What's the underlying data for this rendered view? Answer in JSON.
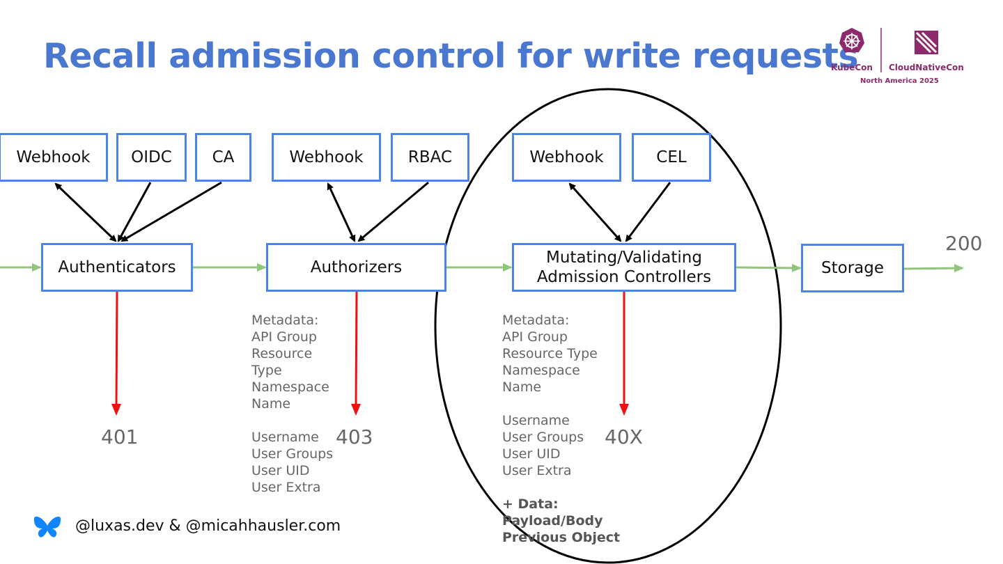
{
  "title": "Recall admission control for write requests",
  "groups": {
    "authn": {
      "providers": [
        "Webhook",
        "OIDC",
        "CA"
      ],
      "stage": "Authenticators",
      "code": "401"
    },
    "authz": {
      "providers": [
        "Webhook",
        "RBAC"
      ],
      "stage": "Authorizers",
      "code": "403",
      "info": [
        "Metadata:",
        "API Group",
        "Resource",
        "Type",
        "Namespace",
        "Name",
        "",
        "Username",
        "User Groups",
        "User UID",
        "User Extra"
      ]
    },
    "admission": {
      "providers": [
        "Webhook",
        "CEL"
      ],
      "stage_line1": "Mutating/Validating",
      "stage_line2": "Admission Controllers",
      "code": "40X",
      "info": [
        "Metadata:",
        "API Group",
        "Resource Type",
        "Namespace",
        "Name",
        "",
        "Username",
        "User Groups",
        "User UID",
        "User Extra",
        ""
      ],
      "data_info": [
        "+ Data:",
        "Payload/Body",
        "Previous Object"
      ]
    },
    "storage": {
      "stage": "Storage",
      "code": "200"
    }
  },
  "branding": {
    "kubecon": "KubeCon",
    "cloudnativecon": "CloudNativeCon",
    "event": "North America 2025",
    "accent": "#8c2a6b"
  },
  "footer": {
    "handle": "@luxas.dev & @micahhausler.com",
    "icon": "butterfly-icon"
  },
  "colors": {
    "title": "#4a77d0",
    "box_border": "#4a86e8",
    "flow": "#93c47d",
    "deny": "#ee1111",
    "highlight": "#000000"
  }
}
